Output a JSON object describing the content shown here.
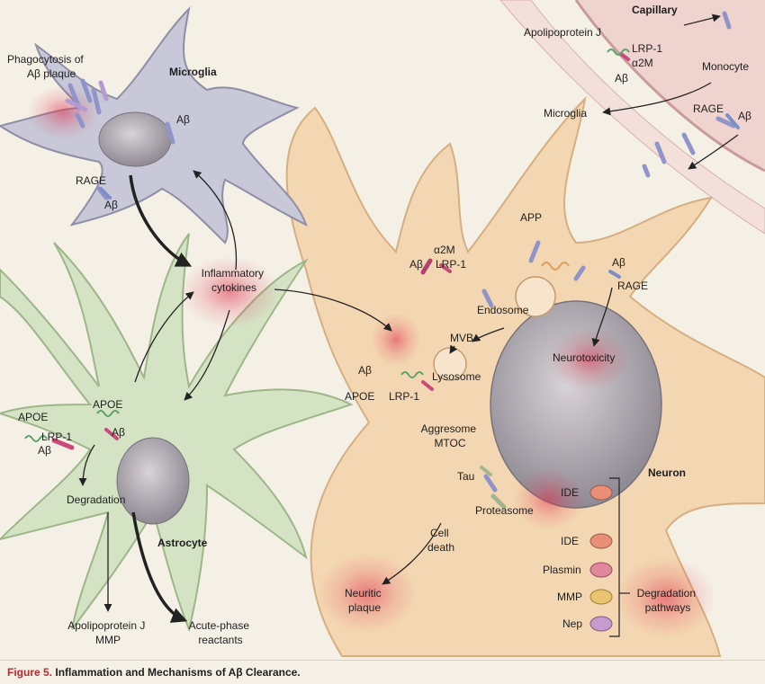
{
  "labels": {
    "phagocytosis": [
      "Phagocytosis of",
      "Aβ plaque"
    ],
    "microglia_top": "Microglia",
    "ab_microglia": "Aβ",
    "rage_microglia": "RAGE",
    "ab_rage_microglia": "Aβ",
    "inflammatory": [
      "Inflammatory",
      "cytokines"
    ],
    "apoe_left": "APOE",
    "lrp1_left": "LRP-1",
    "ab_left": "Aβ",
    "apoe_astro": "APOE",
    "ab_astro": "Aβ",
    "degradation": "Degradation",
    "astrocyte": "Astrocyte",
    "apoj_mmp": [
      "Apolipoprotein J",
      "MMP"
    ],
    "acute_phase": [
      "Acute-phase",
      "reactants"
    ],
    "capillary": "Capillary",
    "apoj": "Apolipoprotein J",
    "lrp1_cap": "LRP-1",
    "a2m_cap": "α2M",
    "ab_cap": "Aβ",
    "monocyte": "Monocyte",
    "microglia_cap": "Microglia",
    "rage_cap": "RAGE",
    "ab_rage_cap": "Aβ",
    "app": "APP",
    "a2m_neuron": "α2M",
    "ab_a2m": "Aβ",
    "lrp1_a2m": "LRP-1",
    "ab_rage_n": "Aβ",
    "rage_n": "RAGE",
    "endosome": "Endosome",
    "mvb": "MVB",
    "lysosome": "Lysosome",
    "neurotoxicity": "Neurotoxicity",
    "ab_apoe_n": "Aβ",
    "apoe_n": "APOE",
    "lrp1_n": "LRP-1",
    "aggresome": [
      "Aggresome",
      "MTOC"
    ],
    "tau": "Tau",
    "proteasome": "Proteasome",
    "neuron": "Neuron",
    "cell_death": [
      "Cell",
      "death"
    ],
    "neuritic_plaque": [
      "Neuritic",
      "plaque"
    ],
    "ide_1": "IDE",
    "ide_2": "IDE",
    "plasmin": "Plasmin",
    "mmp": "MMP",
    "nep": "Nep",
    "degradation_pathways": [
      "Degradation",
      "pathways"
    ]
  },
  "caption": {
    "label": "Figure 5.",
    "title": "Inflammation and Mechanisms of Aβ Clearance."
  },
  "colors": {
    "background": "#f4f0e6",
    "microglia_cell": "#c9c9d6",
    "astrocyte_cell": "#d6e3c6",
    "neuron_cell": "#f2d7b0",
    "capillary": "#f1d5d0",
    "inflammation_glow": "#e0324f",
    "caption_label": "#c0272d",
    "ide_enzyme": "#e88f76",
    "plasmin_enzyme": "#e1879b",
    "mmp_enzyme": "#e9c56f",
    "nep_enzyme": "#c79ad0"
  }
}
